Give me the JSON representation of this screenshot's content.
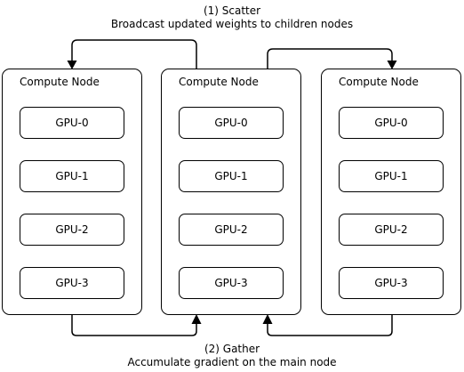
{
  "scatter": {
    "title": "(1) Scatter",
    "description": "Broadcast updated weights to children nodes"
  },
  "gather": {
    "title": "(2) Gather",
    "description": "Accumulate gradient on the main node"
  },
  "nodes": [
    {
      "label": "Compute Node",
      "gpus": [
        "GPU-0",
        "GPU-1",
        "GPU-2",
        "GPU-3"
      ]
    },
    {
      "label": "Compute Node",
      "gpus": [
        "GPU-0",
        "GPU-1",
        "GPU-2",
        "GPU-3"
      ]
    },
    {
      "label": "Compute Node",
      "gpus": [
        "GPU-0",
        "GPU-1",
        "GPU-2",
        "GPU-3"
      ]
    }
  ],
  "colors": {
    "stroke": "#000000",
    "background": "#ffffff"
  }
}
